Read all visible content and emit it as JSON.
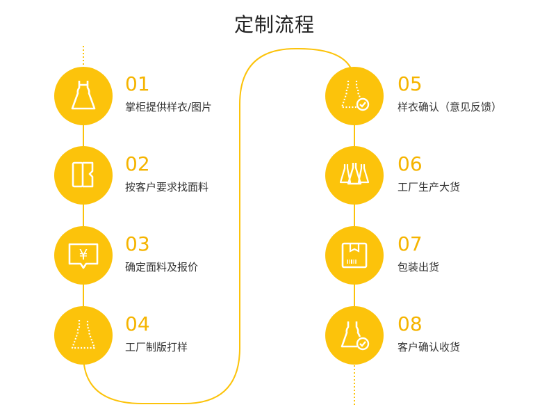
{
  "title": "定制流程",
  "steps": [
    {
      "num": "01",
      "label": "掌柜提供样衣/图片",
      "icon": "dress-icon"
    },
    {
      "num": "02",
      "label": "按客户要求找面料",
      "icon": "fabric-swatch-icon"
    },
    {
      "num": "03",
      "label": "确定面料及报价",
      "icon": "price-yuan-icon"
    },
    {
      "num": "04",
      "label": "工厂制版打样",
      "icon": "dress-pattern-icon"
    },
    {
      "num": "05",
      "label": "样衣确认（意见反馈）",
      "icon": "dress-check-icon"
    },
    {
      "num": "06",
      "label": "工厂生产大货",
      "icon": "multiple-dresses-icon"
    },
    {
      "num": "07",
      "label": "包装出货",
      "icon": "package-icon"
    },
    {
      "num": "08",
      "label": "客户确认收货",
      "icon": "dress-confirm-icon"
    }
  ],
  "colors": {
    "accent": "#fcc30b",
    "number": "#f5b400",
    "text": "#333333"
  }
}
